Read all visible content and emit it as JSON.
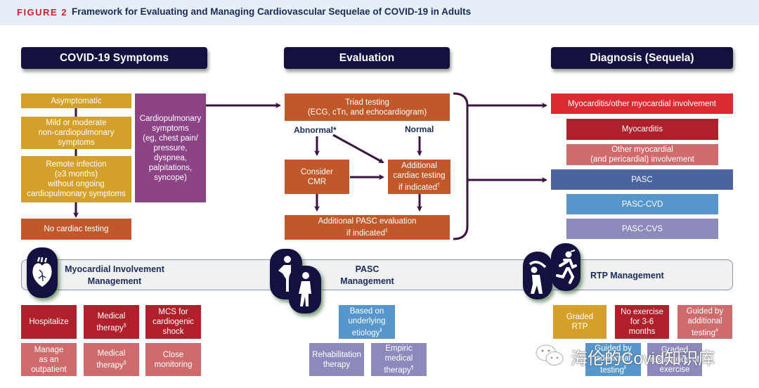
{
  "figure": {
    "label": "FIGURE 2",
    "title": "Framework for Evaluating and Managing Cardiovascular Sequelae of COVID-19 in Adults"
  },
  "headers": {
    "symptoms": "COVID-19 Symptoms",
    "evaluation": "Evaluation",
    "diagnosis": "Diagnosis (Sequela)"
  },
  "symptoms": {
    "asymptomatic": "Asymptomatic",
    "mild_line1": "Mild or moderate",
    "mild_line2": "non-cardiopulmonary",
    "mild_line3": "symptoms",
    "remote_line1": "Remote infection",
    "remote_line2": "(≥3 months)",
    "remote_line3": "without ongoing",
    "remote_line4": "cardiopulmonary symptoms",
    "cardio_line1": "Cardiopulmonary",
    "cardio_line2": "symptoms",
    "cardio_line3": "(eg, chest pain/",
    "cardio_line4": "pressure,",
    "cardio_line5": "dyspnea,",
    "cardio_line6": "palpitations,",
    "cardio_line7": "syncope)",
    "no_testing": "No cardiac testing"
  },
  "evaluation": {
    "triad_line1": "Triad testing",
    "triad_line2": "(ECG, cTn, and echocardiogram)",
    "abnormal": "Abnormal*",
    "normal": "Normal",
    "cmr_line1": "Consider",
    "cmr_line2": "CMR",
    "addl_line1": "Additional",
    "addl_line2": "cardiac testing",
    "addl_line3": "if indicated",
    "addl_mark": "†",
    "pasc_eval_line1": "Additional PASC evaluation",
    "pasc_eval_line2": "if indicated",
    "pasc_eval_mark": "‡"
  },
  "diagnosis": {
    "myo_other": "Myocarditis/other myocardial involvement",
    "myocarditis": "Myocarditis",
    "other_line1": "Other myocardial",
    "other_line2": "(and pericardial) involvement",
    "pasc": "PASC",
    "pasc_cvd": "PASC-CVD",
    "pasc_cvs": "PASC-CVS"
  },
  "management": {
    "myocardial": {
      "title_line1": "Myocardial Involvement",
      "title_line2": "Management",
      "icon": "heart-icon",
      "row1": [
        {
          "l1": "Hospitalize",
          "l2": "",
          "l3": "",
          "mark": ""
        },
        {
          "l1": "Medical",
          "l2": "therapy",
          "l3": "",
          "mark": "§"
        },
        {
          "l1": "MCS for",
          "l2": "cardiogenic",
          "l3": "shock",
          "mark": ""
        }
      ],
      "row2": [
        {
          "l1": "Manage",
          "l2": "as an",
          "l3": "outpatient",
          "mark": ""
        },
        {
          "l1": "Medical",
          "l2": "therapy",
          "l3": "",
          "mark": "§"
        },
        {
          "l1": "Close",
          "l2": "monitoring",
          "l3": "",
          "mark": ""
        }
      ]
    },
    "pasc": {
      "title_line1": "PASC",
      "title_line2": "Management",
      "icon": "patient-figures-icon",
      "based_line1": "Based on",
      "based_line2": "underlying",
      "based_line3": "etiology",
      "based_mark": "‖",
      "rehab_line1": "Rehabilitation",
      "rehab_line2": "therapy",
      "empiric_line1": "Empiric",
      "empiric_line2": "medical",
      "empiric_line3": "therapy",
      "empiric_mark": "¶"
    },
    "rtp": {
      "title": "RTP Management",
      "icon": "exercise-figures-icon",
      "graded_line1": "Graded",
      "graded_line2": "RTP",
      "noex_line1": "No exercise",
      "noex_line2": "for 3-6",
      "noex_line3": "months",
      "guided_line1": "Guided by",
      "guided_line2": "additional",
      "guided_line3": "testing",
      "guided_mark": "#",
      "guided2_line1": "Guided by",
      "guided2_line2": "additional",
      "guided2_line3": "testing",
      "guided2_mark": "‖",
      "graded_ex_line1": "Graded",
      "graded_ex_line2": "resumption of",
      "graded_ex_line3": "exercise"
    }
  },
  "watermark": {
    "text": "海伦的Covid知识库",
    "icon": "wechat-icon"
  },
  "colors": {
    "header_navy": "#14103f",
    "symptom_gold": "#d4a02a",
    "cardio_purple": "#8c4487",
    "evaluation_orange": "#c0582a",
    "myocardial_red": "#dc2a32",
    "pasc_blue": "#4a64a0",
    "arrow": "#3a1340"
  }
}
